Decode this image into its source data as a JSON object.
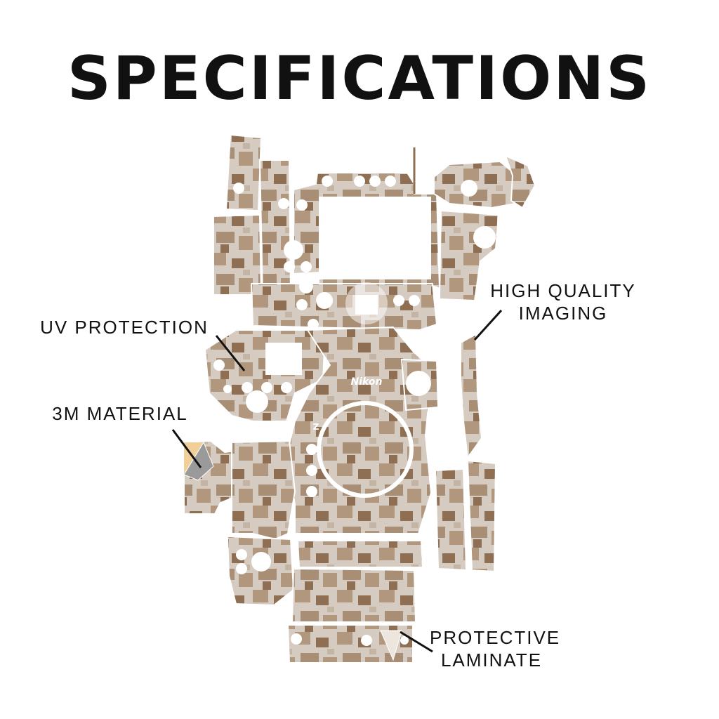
{
  "title": "SPECIFICATIONS",
  "labels": {
    "uv": "UV PROTECTION",
    "material": "3M MATERIAL",
    "imaging_line1": "HIGH QUALITY",
    "imaging_line2": "IMAGING",
    "laminate_line1": "PROTECTIVE",
    "laminate_line2": "LAMINATE"
  },
  "logo": {
    "brand": "Nikon",
    "mark": "Z"
  },
  "colors": {
    "camo_light": "#d5cbc1",
    "camo_mid": "#b0977d",
    "camo_dark": "#8e6f54",
    "backing": "#f0cf98",
    "foil": "#9a9a9a"
  }
}
